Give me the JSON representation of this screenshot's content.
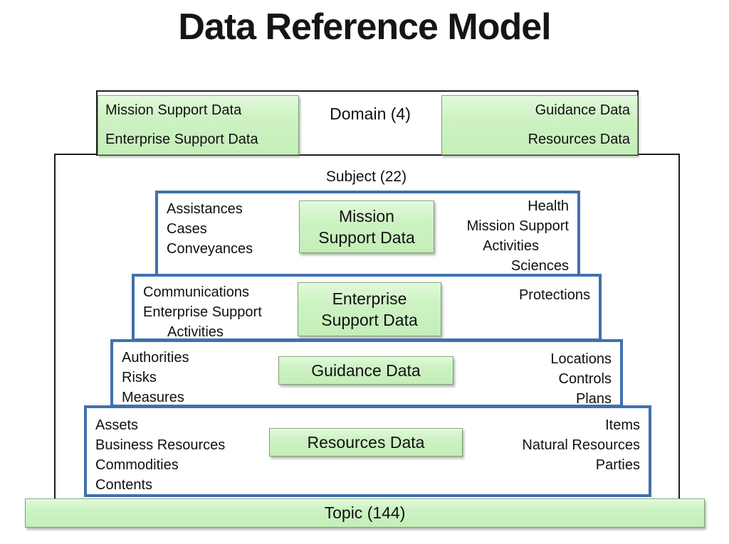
{
  "title": "Data Reference Model",
  "domain": {
    "label": "Domain (4)",
    "left_box": {
      "lines": [
        "Mission Support Data",
        "Enterprise Support Data"
      ]
    },
    "right_box": {
      "lines": [
        "Guidance Data",
        "Resources Data"
      ]
    }
  },
  "subject": {
    "label": "Subject (22)",
    "rows": [
      {
        "id": "mission-support-data",
        "left": [
          "Assistances",
          "Cases",
          "Conveyances"
        ],
        "center_lines": [
          "Mission",
          "Support Data"
        ],
        "right": [
          "Health",
          "Mission Support",
          "Activities",
          "Sciences"
        ]
      },
      {
        "id": "enterprise-support-data",
        "left": [
          "Communications",
          "Enterprise Support",
          "Activities"
        ],
        "center_lines": [
          "Enterprise",
          "Support Data"
        ],
        "right": [
          "Protections"
        ]
      },
      {
        "id": "guidance-data",
        "left": [
          "Authorities",
          "Risks",
          "Measures"
        ],
        "center_lines": [
          "Guidance Data"
        ],
        "right": [
          "Locations",
          "Controls",
          "Plans"
        ]
      },
      {
        "id": "resources-data",
        "left": [
          "Assets",
          "Business Resources",
          "Commodities",
          "Contents"
        ],
        "center_lines": [
          "Resources Data"
        ],
        "right": [
          "Items",
          "Natural Resources",
          "Parties"
        ]
      }
    ]
  },
  "topic": {
    "label": "Topic (144)"
  },
  "colors": {
    "green_fill": "#cdf2c3",
    "green_border": "#7ea177",
    "blue_border": "#4170ae",
    "box_border": "#1f1f1f",
    "text": "#111111"
  }
}
